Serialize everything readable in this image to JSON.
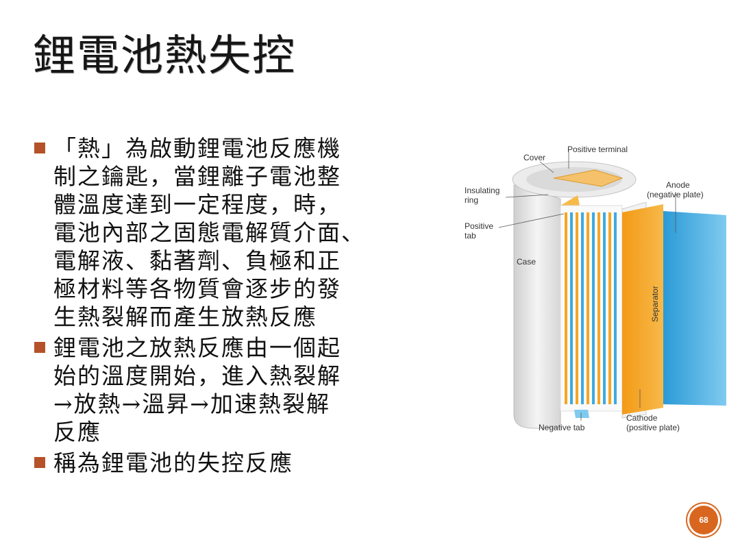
{
  "slide": {
    "title": "鋰電池熱失控",
    "page_number": "68"
  },
  "bullets": [
    {
      "text": "「熱」為啟動鋰電池反應機\n制之鑰匙，當鋰離子電池整\n體溫度達到一定程度，時，\n電池內部之固態電解質介面、\n電解液、黏著劑、負極和正\n極材料等各物質會逐步的發\n生熱裂解而產生放熱反應"
    },
    {
      "text": "鋰電池之放熱反應由一個起\n始的溫度開始，進入熱裂解\n→放熱→溫昇→加速熱裂解\n反應"
    },
    {
      "text": "稱為鋰電池的失控反應"
    }
  ],
  "diagram": {
    "labels": {
      "cover": "Cover",
      "positive_terminal": "Positive terminal",
      "insulating_ring_1": "Insulating",
      "insulating_ring_2": "ring",
      "positive_tab_1": "Positive",
      "positive_tab_2": "tab",
      "case": "Case",
      "anode_1": "Anode",
      "anode_2": "(negative plate)",
      "separator": "Separator",
      "negative_tab": "Negative tab",
      "cathode_1": "Cathode",
      "cathode_2": "(positive plate)"
    },
    "colors": {
      "cathode": "#f5a623",
      "anode": "#3fa9e0",
      "case": "#e9e9e9",
      "badge": "#d9661f",
      "bullet": "#b5522a"
    }
  }
}
